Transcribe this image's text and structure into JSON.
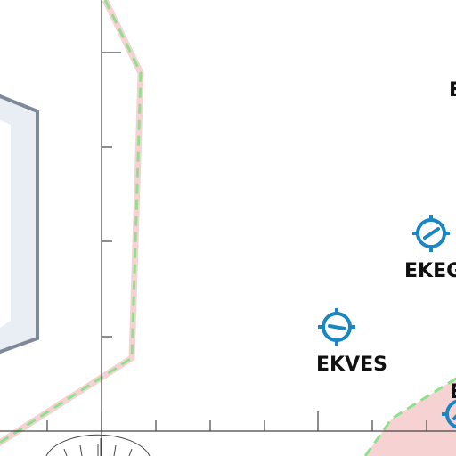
{
  "map": {
    "airports": [
      {
        "id": "ekves",
        "label": "EKVES"
      },
      {
        "id": "ekeg",
        "label": "EKEG"
      },
      {
        "id": "partial-e-top",
        "label": "E"
      },
      {
        "id": "partial-e-bottom",
        "label": "E"
      }
    ],
    "colors": {
      "airport_symbol": "#1a86c2",
      "airspace_fill": "#f7d2d2",
      "airspace_border_dashed": "#8fe08f",
      "restricted_border": "#7f8a99",
      "restricted_fill": "#e9eef5",
      "scale_line": "#444444"
    },
    "icons": {
      "airport": "airport-symbol-icon",
      "compass": "compass-rose-icon"
    }
  }
}
